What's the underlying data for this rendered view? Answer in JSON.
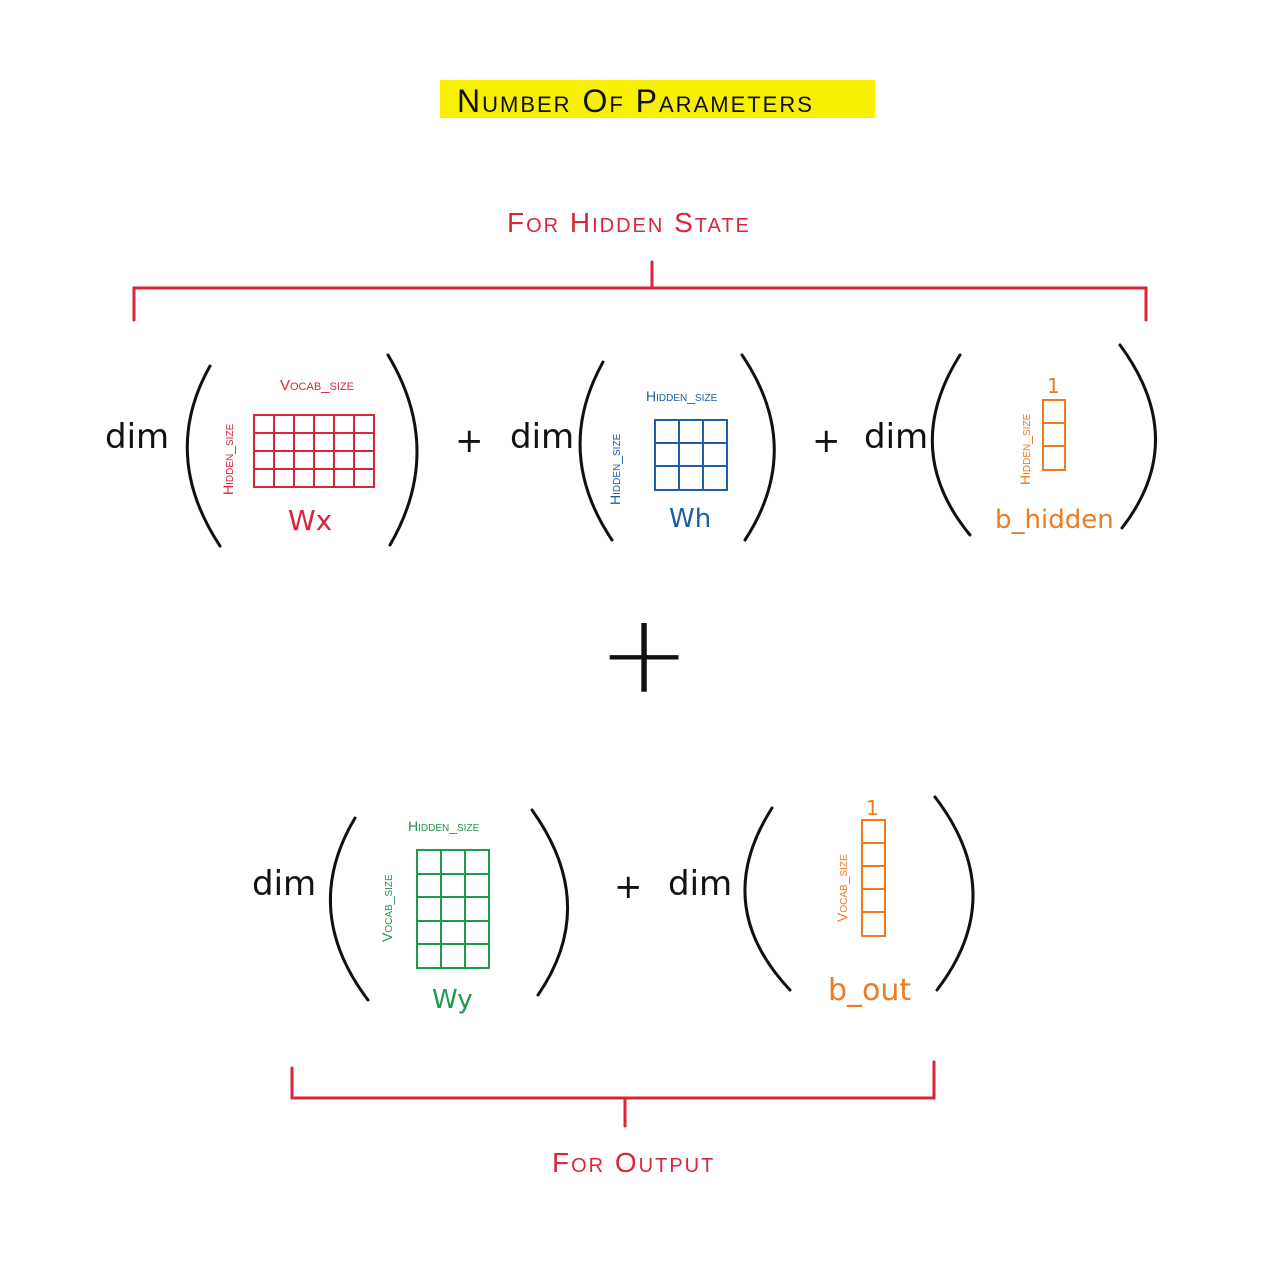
{
  "title": "Number Of Parameters",
  "colors": {
    "highlight": "#f8f000",
    "bracket": "#d8263a",
    "wx": "#d8263a",
    "wh": "#1d5fa6",
    "bias": "#ef7a22",
    "wy": "#1f9a4a",
    "ink": "#111111"
  },
  "hidden_group": {
    "label": "For Hidden State",
    "terms": [
      {
        "dim": "dim",
        "plus": "",
        "top_label": "Vocab_size",
        "side_label": "Hidden_size",
        "name": "Wx",
        "grid_rows": 4,
        "grid_cols": 6
      },
      {
        "dim": "dim",
        "plus": "+",
        "top_label": "Hidden_size",
        "side_label": "Hidden_size",
        "name": "Wh",
        "grid_rows": 3,
        "grid_cols": 3
      },
      {
        "dim": "dim",
        "plus": "+",
        "top_label": "1",
        "side_label": "Hidden_size",
        "name": "b_hidden",
        "grid_rows": 3,
        "grid_cols": 1
      }
    ]
  },
  "middle_operator": "+",
  "output_group": {
    "label": "For Output",
    "terms": [
      {
        "dim": "dim",
        "plus": "",
        "top_label": "Hidden_size",
        "side_label": "Vocab_size",
        "name": "Wy",
        "grid_rows": 5,
        "grid_cols": 3
      },
      {
        "dim": "dim",
        "plus": "+",
        "top_label": "1",
        "side_label": "Vocab_size",
        "name": "b_out",
        "grid_rows": 5,
        "grid_cols": 1
      }
    ]
  }
}
